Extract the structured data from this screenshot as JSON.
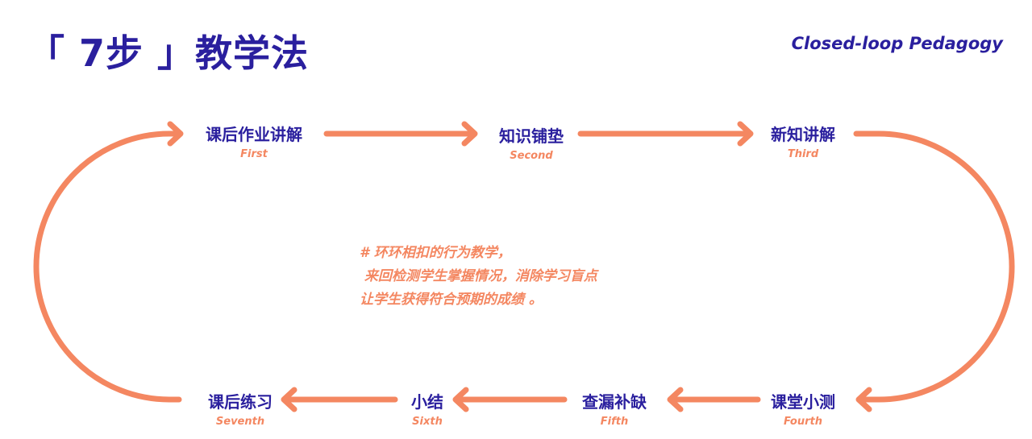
{
  "header": {
    "title": "「 7步 」教学法",
    "subtitle": "Closed-loop Pedagogy"
  },
  "colors": {
    "title": "#2A1F9E",
    "accent": "#F48761"
  },
  "steps": [
    {
      "label": "课后作业讲解",
      "ordinal": "First"
    },
    {
      "label": "知识铺垫",
      "ordinal": "Second"
    },
    {
      "label": "新知讲解",
      "ordinal": "Third"
    },
    {
      "label": "课堂小测",
      "ordinal": "Fourth"
    },
    {
      "label": "查漏补缺",
      "ordinal": "Fifth"
    },
    {
      "label": "小结",
      "ordinal": "Sixth"
    },
    {
      "label": "课后练习",
      "ordinal": "Seventh"
    }
  ],
  "note": {
    "lines": [
      "# 环环相扣的行为教学，",
      " 来回检测学生掌握情况，消除学习盲点",
      "让学生获得符合预期的成绩 。"
    ]
  }
}
